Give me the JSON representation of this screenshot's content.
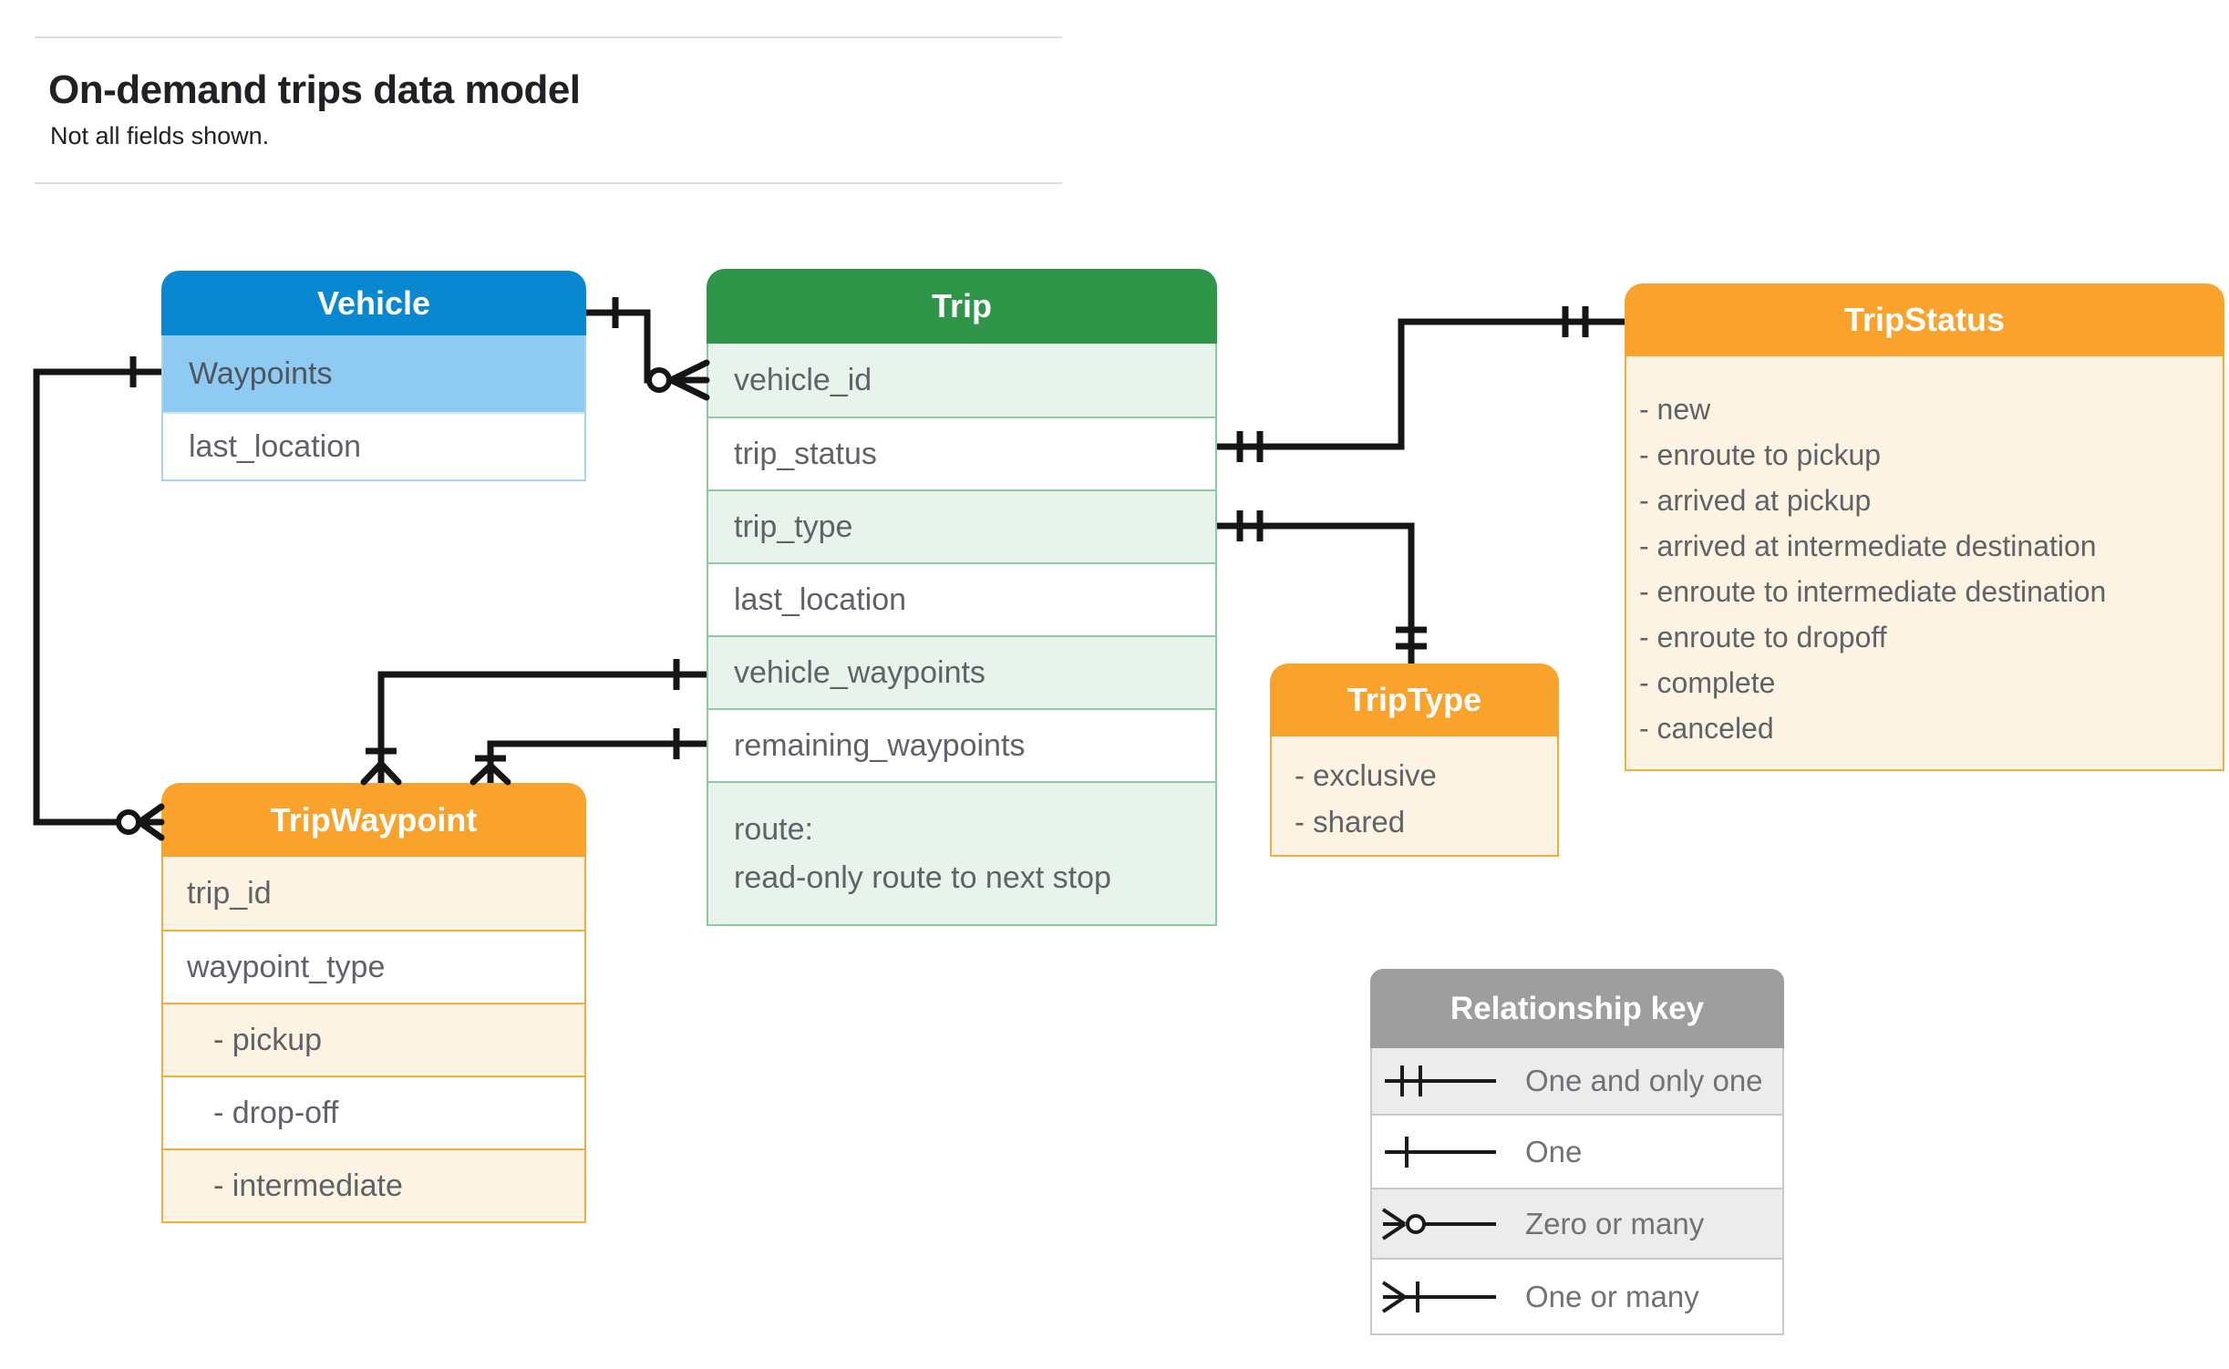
{
  "page": {
    "title": "On-demand trips data model",
    "subtitle": "Not all fields shown."
  },
  "colors": {
    "vehicle_header": "#0a87d1",
    "vehicle_highlight_row": "#8ecaf1",
    "trip_header": "#2e9549",
    "trip_row_tint": "#e8f3ec",
    "enum_header": "#f9a32d",
    "enum_row_tint": "#fdf3e3",
    "legend_header": "#9e9e9e",
    "legend_row_tint": "#ececec",
    "connector": "#151515",
    "field_text": "#5f6368"
  },
  "entities": {
    "vehicle": {
      "title": "Vehicle",
      "fields": [
        "Waypoints",
        "last_location"
      ]
    },
    "trip": {
      "title": "Trip",
      "fields": [
        "vehicle_id",
        "trip_status",
        "trip_type",
        "last_location",
        "vehicle_waypoints",
        "remaining_waypoints"
      ],
      "route_field": {
        "label": "route:",
        "description": "read-only route to next stop"
      }
    },
    "trip_status": {
      "title": "TripStatus",
      "values": [
        "- new",
        "- enroute to pickup",
        "- arrived at pickup",
        "- arrived at intermediate destination",
        "- enroute to intermediate destination",
        "- enroute to dropoff",
        "- complete",
        "- canceled"
      ]
    },
    "trip_type": {
      "title": "TripType",
      "values": [
        "- exclusive",
        "- shared"
      ]
    },
    "trip_waypoint": {
      "title": "TripWaypoint",
      "fields": [
        "trip_id",
        "waypoint_type"
      ],
      "values": [
        "- pickup",
        "- drop-off",
        "- intermediate"
      ]
    }
  },
  "legend": {
    "title": "Relationship key",
    "rows": [
      {
        "symbol": "one-and-only-one",
        "label": "One and only one"
      },
      {
        "symbol": "one",
        "label": "One"
      },
      {
        "symbol": "zero-or-many",
        "label": "Zero or many"
      },
      {
        "symbol": "one-or-many",
        "label": "One or many"
      }
    ]
  },
  "relationships": [
    {
      "from": "Vehicle",
      "to": "Trip.vehicle_id",
      "from_cardinality": "one",
      "to_cardinality": "zero-or-many"
    },
    {
      "from": "Vehicle.Waypoints",
      "to": "TripWaypoint",
      "from_cardinality": "one",
      "to_cardinality": "zero-or-many"
    },
    {
      "from": "Trip.trip_status",
      "to": "TripStatus",
      "from_cardinality": "one-and-only-one",
      "to_cardinality": "one-and-only-one"
    },
    {
      "from": "Trip.trip_type",
      "to": "TripType",
      "from_cardinality": "one-and-only-one",
      "to_cardinality": "one-and-only-one"
    },
    {
      "from": "Trip.vehicle_waypoints",
      "to": "TripWaypoint",
      "from_cardinality": "one",
      "to_cardinality": "one-or-many"
    },
    {
      "from": "Trip.remaining_waypoints",
      "to": "TripWaypoint",
      "from_cardinality": "one",
      "to_cardinality": "one-or-many"
    }
  ]
}
